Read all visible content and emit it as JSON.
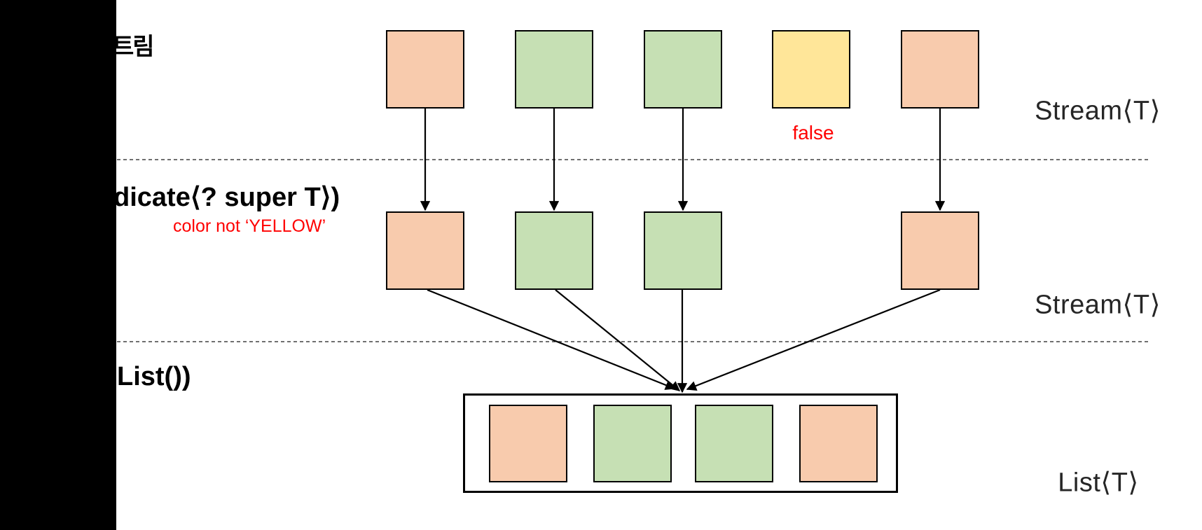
{
  "left_labels": {
    "source_kr": "트림",
    "filter": "dicate⟨? super T⟩)",
    "collect": "List())"
  },
  "annotations": {
    "false_flag": "false",
    "filter_condition": "color not ‘YELLOW’"
  },
  "stage_labels": {
    "source_stream": "Stream⟨T⟩",
    "filtered_stream": "Stream⟨T⟩",
    "result_list": "List⟨T⟩"
  },
  "colors": {
    "orange": "#F8CBAD",
    "green": "#C6E0B4",
    "yellow": "#FFE699",
    "red": "#FF0000"
  },
  "rows": {
    "source": [
      "orange",
      "green",
      "green",
      "yellow",
      "orange"
    ],
    "filtered": [
      "orange",
      "green",
      "green",
      "orange"
    ],
    "collected": [
      "orange",
      "green",
      "green",
      "orange"
    ]
  }
}
